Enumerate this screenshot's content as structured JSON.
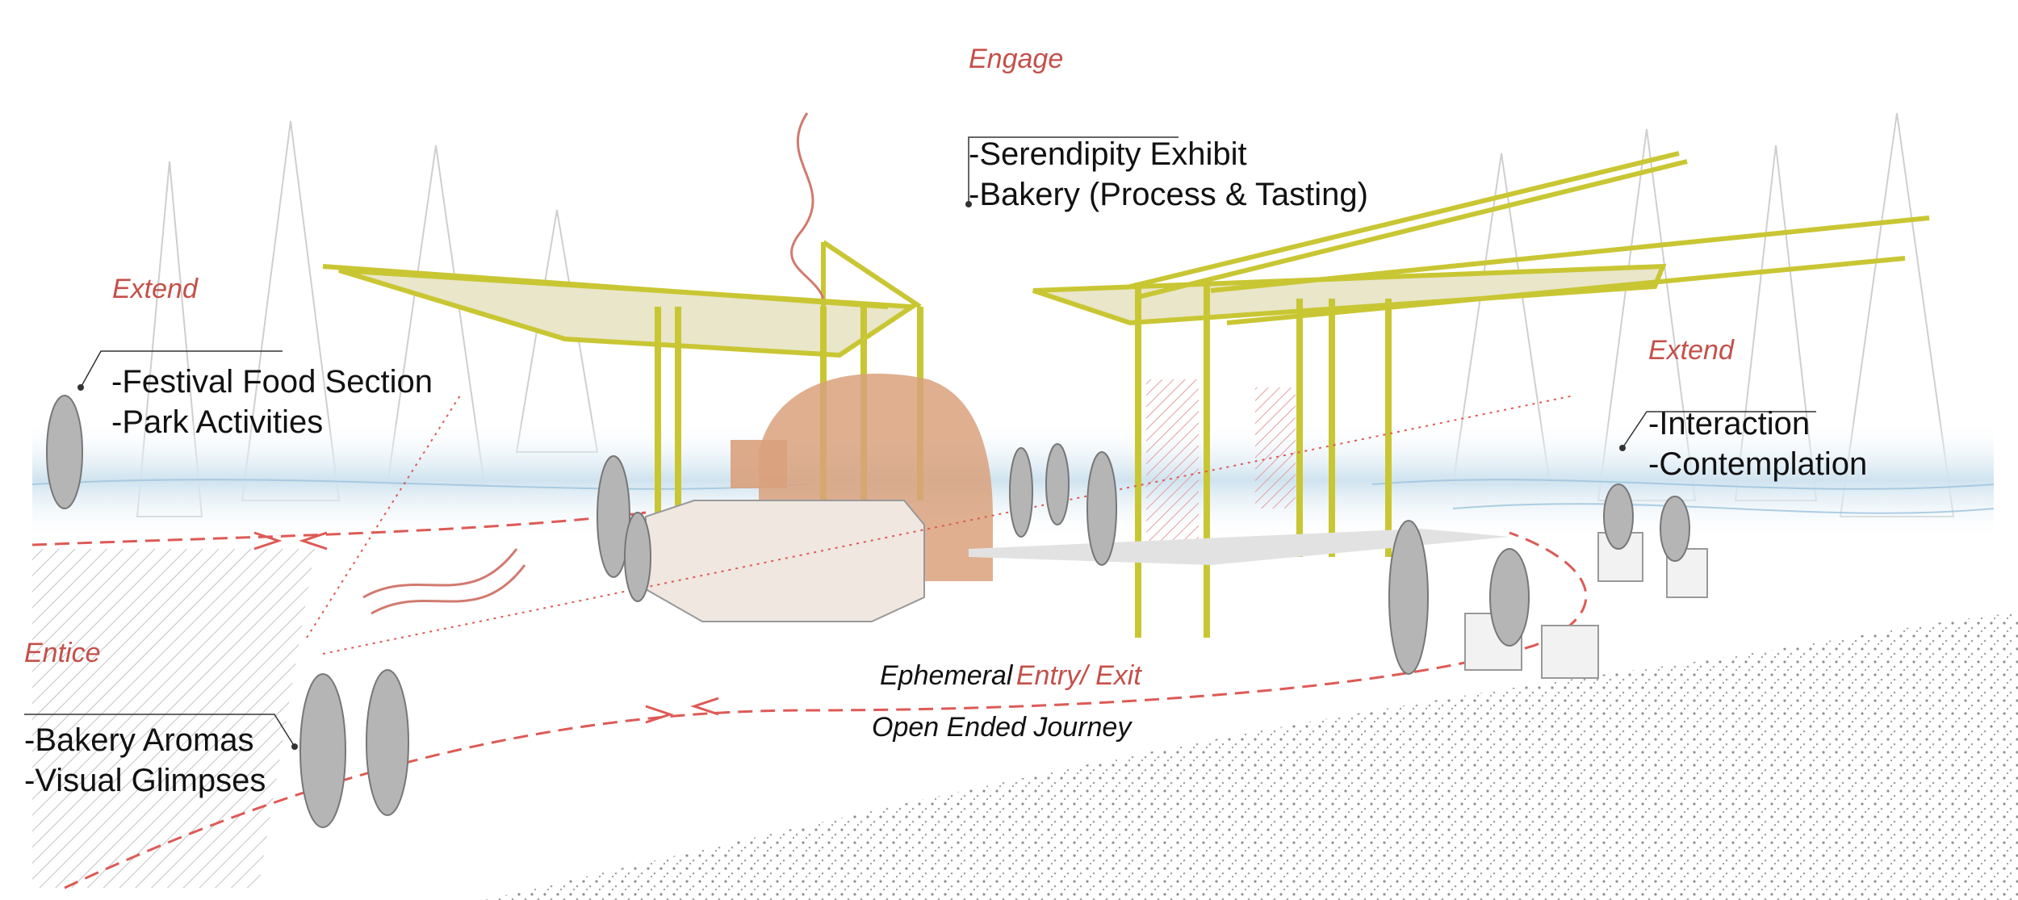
{
  "zones": {
    "engage": {
      "heading": "Engage",
      "items": [
        "-Serendipity Exhibit",
        "-Bakery (Process & Tasting)"
      ]
    },
    "extend_left": {
      "heading": "Extend",
      "items": [
        "-Festival Food Section",
        "-Park Activities"
      ]
    },
    "extend_right": {
      "heading": "Extend",
      "items": [
        "-Interaction",
        "-Contemplation"
      ]
    },
    "entice": {
      "heading": "Entice",
      "items": [
        "-Bakery Aromas",
        "-Visual Glimpses"
      ]
    }
  },
  "path": {
    "ephemeral": "Ephemeral",
    "entry_exit": "Entry/ Exit",
    "journey": "Open Ended Journey"
  },
  "colors": {
    "accent_red": "#c4504a",
    "structure_yellow": "#c9c634",
    "oven_terracotta": "#d9a17c",
    "water_blue": "#bcd9ea",
    "figure_grey": "#b5b5b5"
  }
}
